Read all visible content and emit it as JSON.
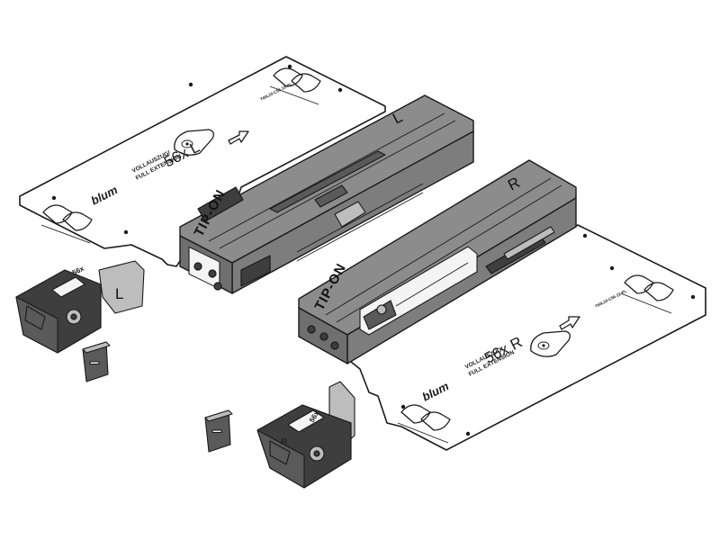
{
  "left_plate": {
    "model_label": "56x L",
    "type_line1": "VOLLAUSZUG/",
    "type_line2": "FULL EXTENSION",
    "brand": "blum",
    "part_code": "T60L20-C56 22-PL"
  },
  "right_plate": {
    "model_label": "56x R",
    "type_line1": "VOLLAUSZUG/",
    "type_line2": "FULL EXTENSION",
    "brand": "blum",
    "part_code": "T60L20-C56 22-PL"
  },
  "left_unit": {
    "side_letter": "L",
    "front_label": "TIP-ON"
  },
  "right_unit": {
    "side_letter": "R",
    "front_label": "TIP-ON"
  },
  "left_coupling": {
    "side_letter": "L",
    "size_label": "56x"
  },
  "right_coupling": {
    "side_letter": "R",
    "size_label": "56x"
  },
  "colors": {
    "line": "#1a1a1a",
    "unit_grey": "#8c8c8c",
    "dark_grey": "#3e3e3e",
    "background": "#ffffff"
  }
}
